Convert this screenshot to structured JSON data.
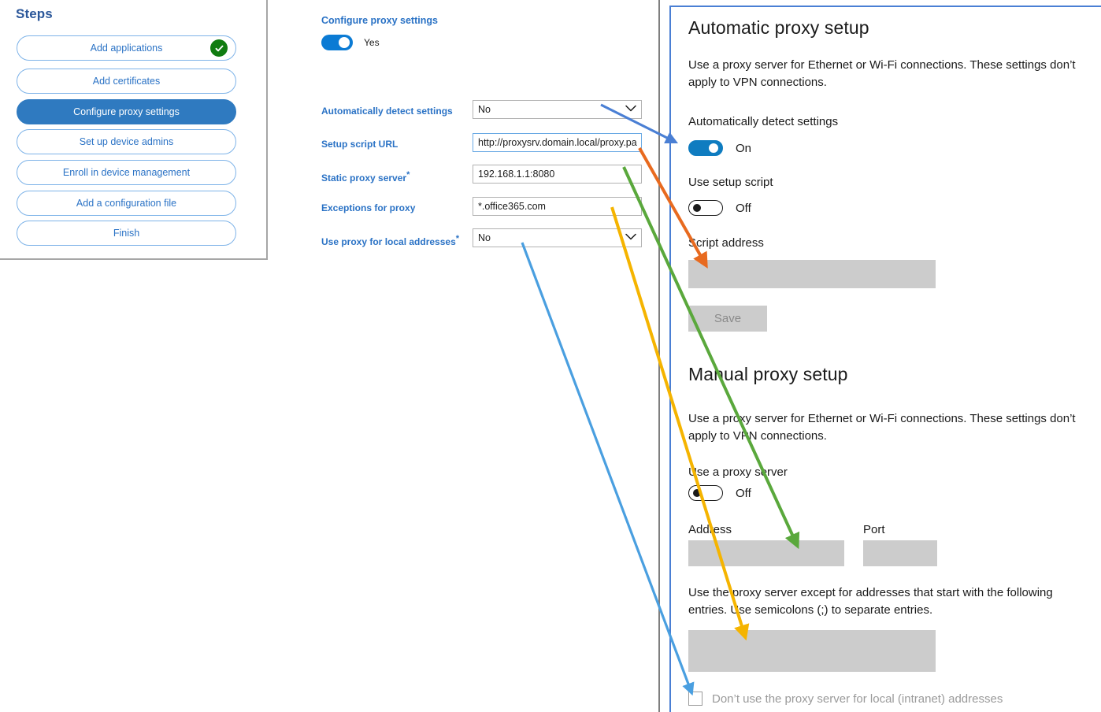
{
  "steps_panel": {
    "title": "Steps",
    "items": [
      {
        "label": "Add applications",
        "state": "complete",
        "icon": "check-circle-icon"
      },
      {
        "label": "Add certificates",
        "state": "default"
      },
      {
        "label": "Configure proxy settings",
        "state": "active"
      },
      {
        "label": "Set up device admins",
        "state": "default"
      },
      {
        "label": "Enroll in device management",
        "state": "default"
      },
      {
        "label": "Add a configuration file",
        "state": "default"
      },
      {
        "label": "Finish",
        "state": "default"
      }
    ]
  },
  "form": {
    "title": "Configure proxy settings",
    "master_toggle": {
      "label": "Yes",
      "on": true
    },
    "fields": [
      {
        "label": "Automatically detect settings",
        "required": false,
        "type": "select",
        "value": "No"
      },
      {
        "label": "Setup script URL",
        "required": false,
        "type": "text",
        "value": "http://proxysrv.domain.local/proxy.pa",
        "focused": true
      },
      {
        "label": "Static proxy server",
        "required": true,
        "type": "text",
        "value": "192.168.1.1:8080"
      },
      {
        "label": "Exceptions for proxy",
        "required": false,
        "type": "text",
        "value": "*.office365.com"
      },
      {
        "label": "Use proxy for local addresses",
        "required": true,
        "type": "select",
        "value": "No"
      }
    ],
    "required_marker": "*",
    "caret_icon": "chevron-down-icon"
  },
  "settings": {
    "automatic": {
      "heading": "Automatic proxy setup",
      "description": "Use a proxy server for Ethernet or Wi-Fi connections. These settings don’t apply to VPN connections.",
      "auto_detect_label": "Automatically detect settings",
      "auto_detect_state": "On",
      "use_script_label": "Use setup script",
      "use_script_state": "Off",
      "script_address_label": "Script address",
      "script_address_value": "",
      "save_label": "Save"
    },
    "manual": {
      "heading": "Manual proxy setup",
      "description": "Use a proxy server for Ethernet or Wi-Fi connections. These settings don’t apply to VPN connections.",
      "use_proxy_label": "Use a proxy server",
      "use_proxy_state": "Off",
      "address_label": "Address",
      "address_value": "",
      "port_label": "Port",
      "port_value": "",
      "exceptions_description": "Use the proxy server except for addresses that start with the following entries. Use semicolons (;) to separate entries.",
      "exceptions_value": "",
      "bypass_local_label": "Don’t use the proxy server for local (intranet) addresses",
      "bypass_local_checked": false
    }
  },
  "annotations": {
    "arrows": [
      {
        "name": "arrow-auto-detect",
        "color": "#4a7fd4",
        "from_field": "Automatically detect settings",
        "to_target": "Automatically detect settings toggle"
      },
      {
        "name": "arrow-setup-script",
        "color": "#e86a1f",
        "from_field": "Setup script URL",
        "to_target": "Script address box"
      },
      {
        "name": "arrow-static-proxy",
        "color": "#5aa83c",
        "from_field": "Static proxy server",
        "to_target": "Address box"
      },
      {
        "name": "arrow-exceptions",
        "color": "#f5b400",
        "from_field": "Exceptions for proxy",
        "to_target": "Exceptions box"
      },
      {
        "name": "arrow-local-addresses",
        "color": "#4a9fe0",
        "from_field": "Use proxy for local addresses",
        "to_target": "Don’t use the proxy server for local (intranet) addresses checkbox"
      }
    ]
  },
  "colors": {
    "accent_blue": "#2a72c5",
    "active_step": "#2f7ac0",
    "toggle_on": "#0b7bd4",
    "success_green": "#107c10",
    "win_toggle_on": "#0f7cc0",
    "field_fill": "#cccccc"
  }
}
